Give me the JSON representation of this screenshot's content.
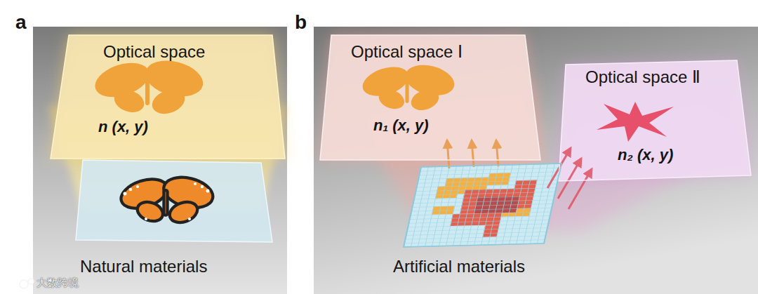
{
  "diagram": {
    "nodes": [
      {
        "text": [
          "a"
        ]
      },
      {
        "text": [
          "Optical space",
          "n (x, y)"
        ],
        "in": 0
      },
      {
        "text": [
          "Natural materials"
        ],
        "in": 0
      },
      {
        "text": [
          "b"
        ]
      },
      {
        "text": [
          "Optical space Ⅰ",
          "n₁ (x, y)"
        ],
        "in": 3
      },
      {
        "text": [
          "Optical space Ⅱ",
          "n₂ (x, y)"
        ],
        "in": 3
      },
      {
        "text": [
          "Artificial materials"
        ],
        "in": 3
      }
    ],
    "edges": [
      {
        "from": 6,
        "to": 4,
        "arrow": "to"
      },
      {
        "from": 6,
        "to": 5,
        "arrow": "to"
      }
    ],
    "labels": [
      "大数跨境"
    ]
  }
}
